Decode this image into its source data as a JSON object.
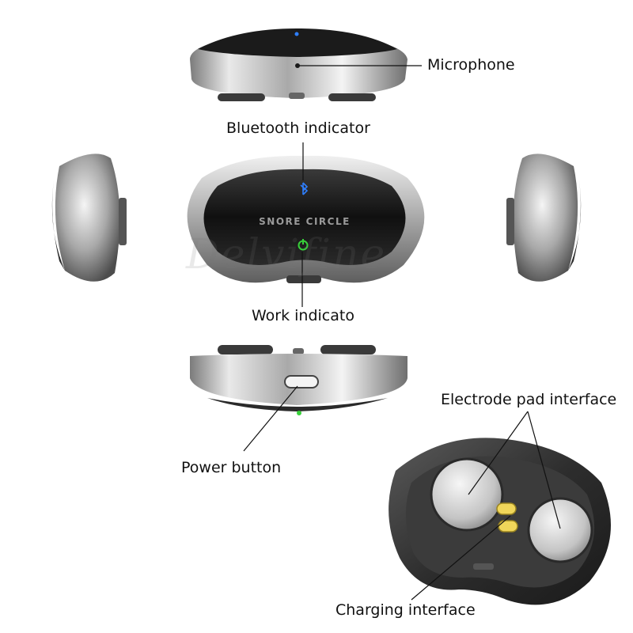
{
  "labels": {
    "microphone": "Microphone",
    "bluetooth_indicator": "Bluetooth indicator",
    "work_indicator": "Work indicato",
    "power_button": "Power button",
    "electrode_pad_interface": "Electrode pad interface",
    "charging_interface": "Charging interface"
  },
  "device": {
    "brand_text": "SNORE CIRCLE",
    "watermark": "Delvifine"
  },
  "colors": {
    "shell_silver": "#c9c9c9",
    "glass_black": "#151515",
    "bluetooth_led": "#2f7fff",
    "work_led": "#38d13a",
    "electrode_pad": "#dcdcdc",
    "charging_pin": "#e8c84a",
    "leader_line": "#111111"
  }
}
